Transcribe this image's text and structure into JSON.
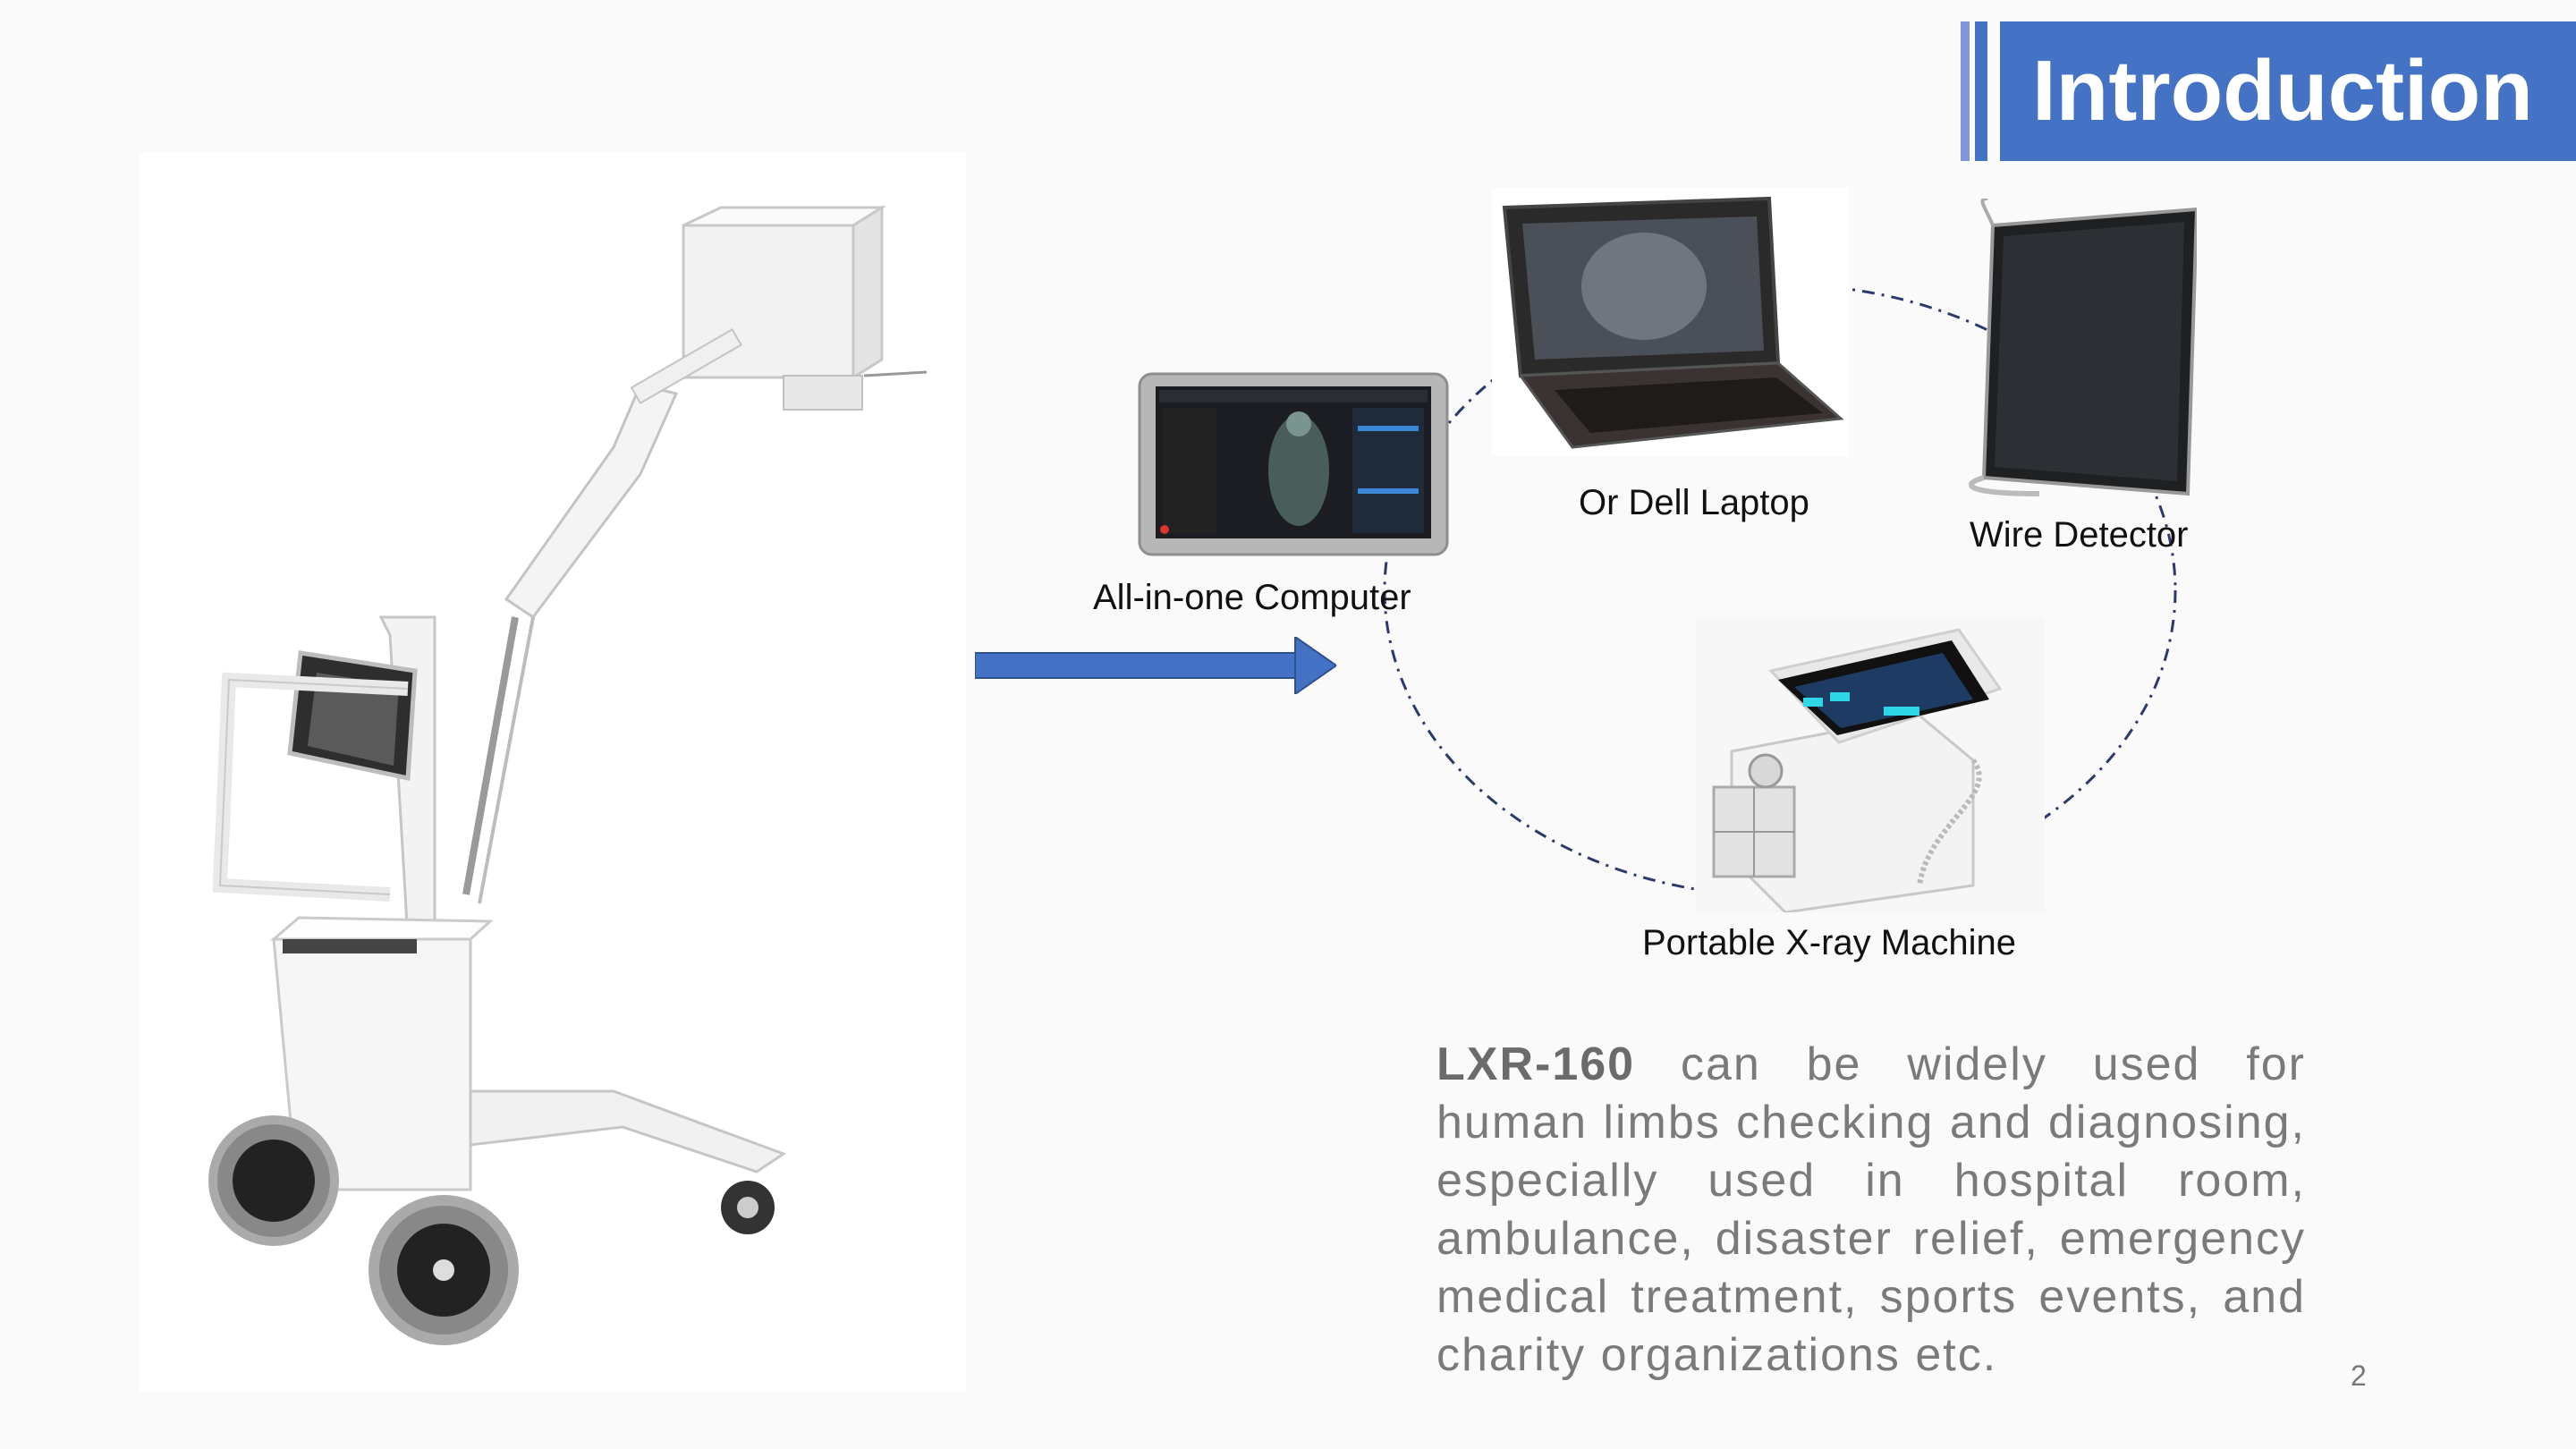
{
  "header": {
    "title": "Introduction"
  },
  "diagram": {
    "aio_label": "All-in-one Computer",
    "laptop_label": "Or Dell Laptop",
    "detector_label": "Wire Detector",
    "xray_label": "Portable X-ray Machine"
  },
  "description": {
    "model": "LXR-160",
    "text": " can be widely used for human limbs checking and diagnosing, especially used in hospital room, ambulance, disaster relief, emergency medical treatment, sports events, and charity organizations etc."
  },
  "page_number": "2",
  "colors": {
    "accent": "#4472c4",
    "accent_light": "#7f97d8",
    "arrow": "#4472c4",
    "dash": "#2b3a6b"
  }
}
